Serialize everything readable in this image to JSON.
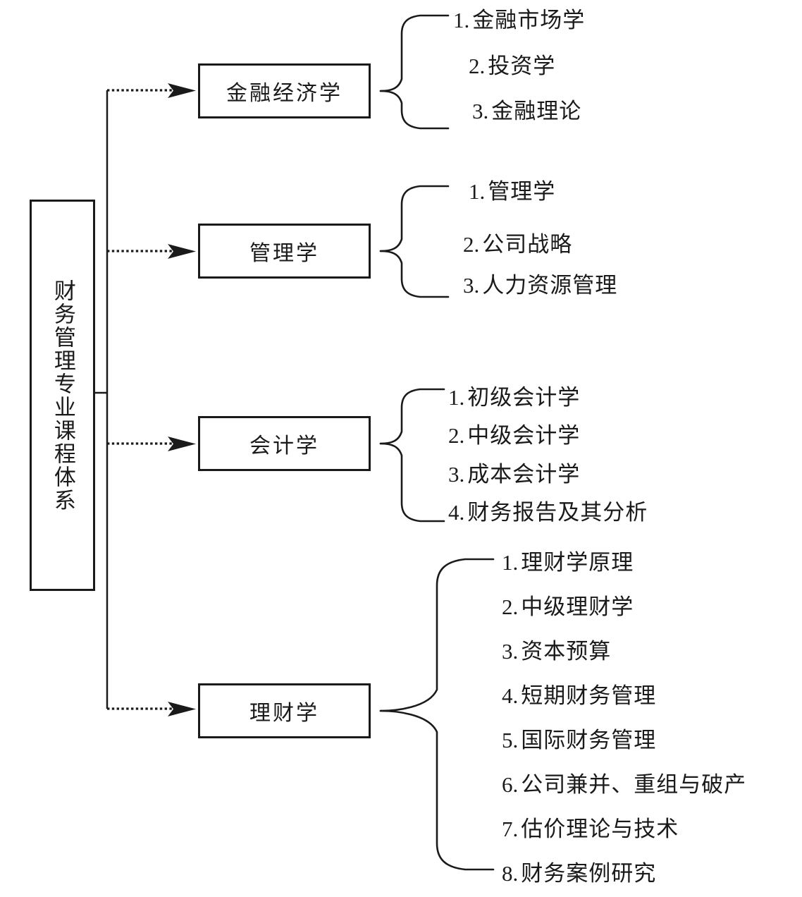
{
  "diagram": {
    "type": "tree-diagram",
    "root": {
      "label": "财务管理专业课程体系",
      "orientation": "vertical-text"
    },
    "connector_style": "dotted-arrow",
    "brace_style": "curly-brace",
    "groups": [
      {
        "name": "金融经济学",
        "items": [
          {
            "num": "1.",
            "text": "金融市场学"
          },
          {
            "num": "2.",
            "text": "投资学"
          },
          {
            "num": "3.",
            "text": "金融理论"
          }
        ]
      },
      {
        "name": "管理学",
        "items": [
          {
            "num": "1.",
            "text": "管理学"
          },
          {
            "num": "2.",
            "text": "公司战略"
          },
          {
            "num": "3.",
            "text": "人力资源管理"
          }
        ]
      },
      {
        "name": "会计学",
        "items": [
          {
            "num": "1.",
            "text": "初级会计学"
          },
          {
            "num": "2.",
            "text": "中级会计学"
          },
          {
            "num": "3.",
            "text": "成本会计学"
          },
          {
            "num": "4.",
            "text": "财务报告及其分析"
          }
        ]
      },
      {
        "name": "理财学",
        "items": [
          {
            "num": "1.",
            "text": "理财学原理"
          },
          {
            "num": "2.",
            "text": "中级理财学"
          },
          {
            "num": "3.",
            "text": "资本预算"
          },
          {
            "num": "4.",
            "text": "短期财务管理"
          },
          {
            "num": "5.",
            "text": "国际财务管理"
          },
          {
            "num": "6.",
            "text": "公司兼并、重组与破产"
          },
          {
            "num": "7.",
            "text": "估价理论与技术"
          },
          {
            "num": "8.",
            "text": "财务案例研究"
          }
        ]
      }
    ],
    "colors": {
      "stroke": "#1a1a1a",
      "background": "#ffffff",
      "text": "#1a1a1a"
    }
  }
}
